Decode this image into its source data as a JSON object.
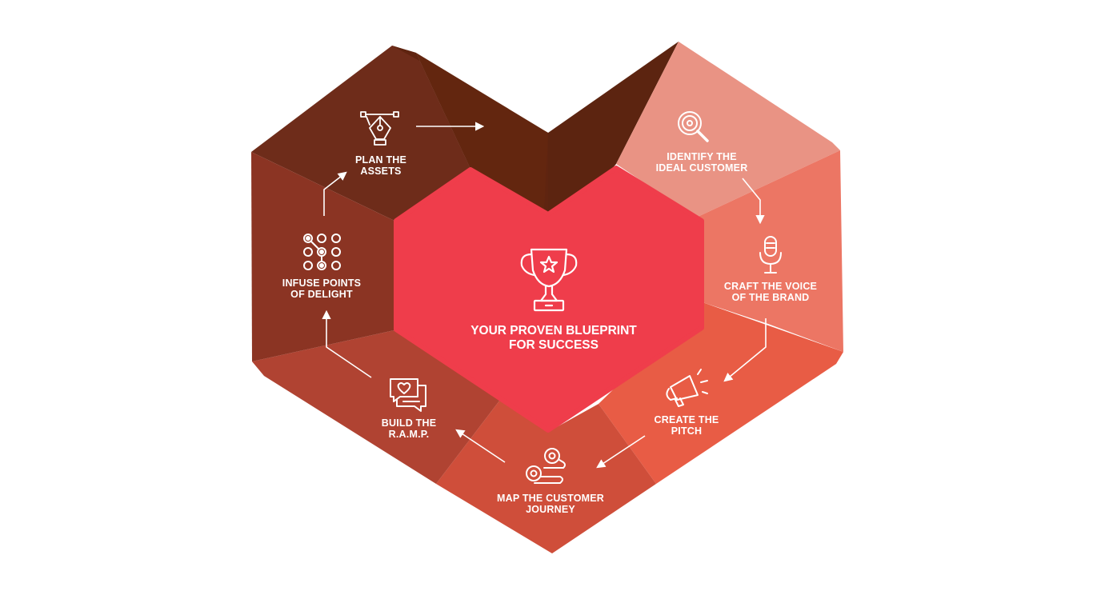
{
  "center": {
    "title_line1": "YOUR PROVEN BLUEPRINT",
    "title_line2": "FOR SUCCESS",
    "icon": "trophy-icon"
  },
  "steps": [
    {
      "line1": "IDENTIFY THE",
      "line2": "IDEAL CUSTOMER",
      "icon": "target-search-icon",
      "color": "#e99384"
    },
    {
      "line1": "CRAFT THE VOICE",
      "line2": "OF THE BRAND",
      "icon": "microphone-icon",
      "color": "#ec7664"
    },
    {
      "line1": "CREATE THE",
      "line2": "PITCH",
      "icon": "megaphone-icon",
      "color": "#e85c45"
    },
    {
      "line1": "MAP THE CUSTOMER",
      "line2": "JOURNEY",
      "icon": "route-map-icon",
      "color": "#cf4e3a"
    },
    {
      "line1": "BUILD THE",
      "line2": "R.A.M.P.",
      "icon": "heart-chat-icon",
      "color": "#b04332"
    },
    {
      "line1": "INFUSE POINTS",
      "line2": "OF DELIGHT",
      "icon": "dot-grid-icon",
      "color": "#8b3423"
    },
    {
      "line1": "PLAN THE",
      "line2": "ASSETS",
      "icon": "pen-tool-icon",
      "color": "#6b2c19"
    }
  ],
  "colors": {
    "center": "#ef3d4b",
    "top_dark": "#5f2410"
  }
}
